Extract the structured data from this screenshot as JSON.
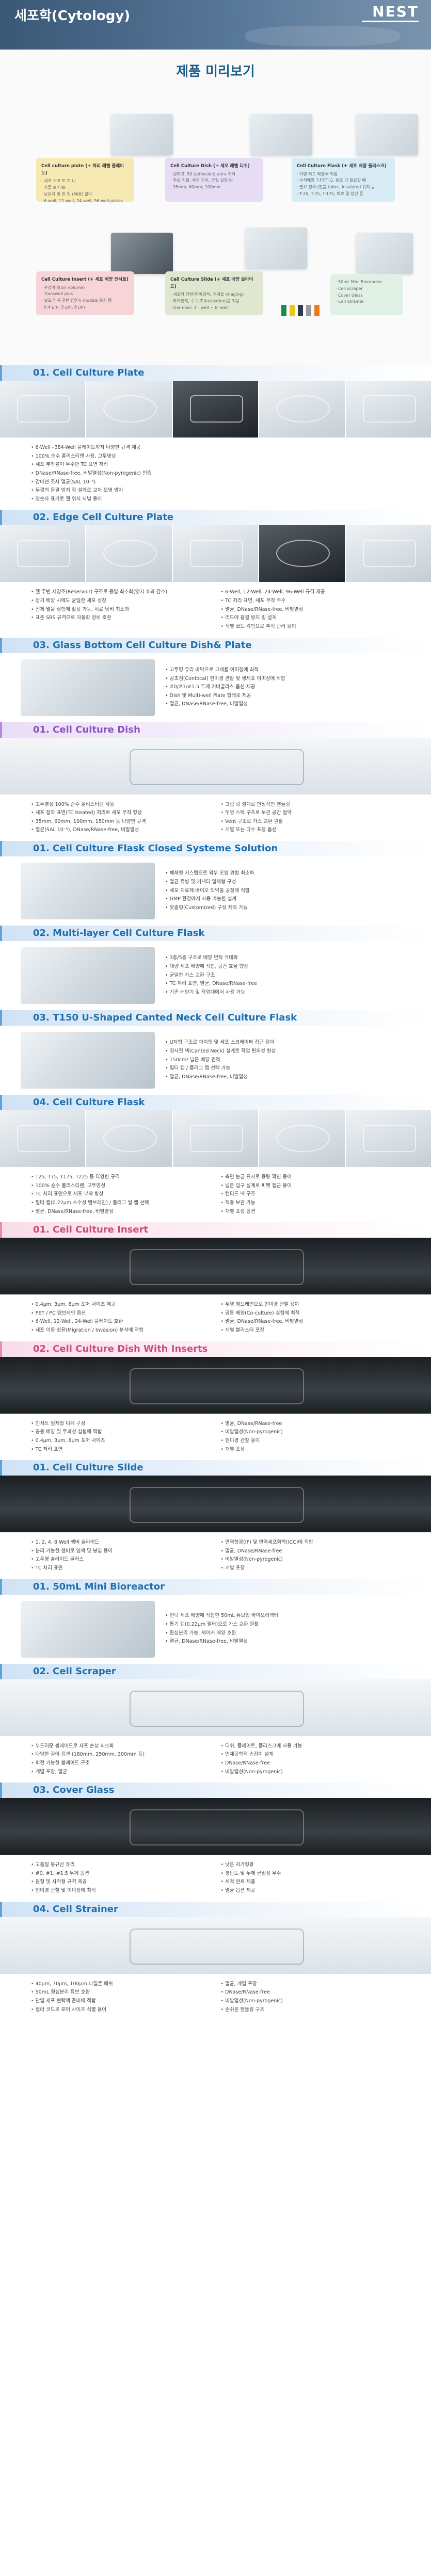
{
  "header": {
    "title": "세포학(Cytology)",
    "brand": "NEST"
  },
  "preview": {
    "title": "제품 미리보기",
    "cards": [
      {
        "title": "Cell culture plate (+ 처리 레벨 플레이트)",
        "lines": [
          "· 세포 스코 토 토 니",
          "· 하플 토 니트",
          "· 보온지 및 한 입 (MtB) 없다",
          "· 6-well, 12-well, 24-well, 96-well plates"
        ]
      },
      {
        "title": "Cell Culture Dish (+ 세포 레벨 디쉬)",
        "lines": [
          "· 원하고, 50 (adhesion) ultra 저어",
          "· 주로 직할, 측정 처리, 균질 실험 랑",
          "· 35mm, 60mm, 100mm"
        ]
      },
      {
        "title": "Cell Culture Flask (+ 세포 배양 플라스크)",
        "lines": [
          "· 다양 파트 예정국 직접",
          "· 수직배양 T-FT/T-Q, 회로 기 필요할 때",
          "· 필요 전력 (천틀 tubes, insulated 위치 등",
          "· T-25, T-75, T-175, 회로 및 첨단 등"
        ]
      },
      {
        "title": "Cell Culture Insert (+ 세포 배양 인서트)",
        "lines": [
          "· 수성이미(Gn volume)",
          "· Transwell plus",
          "· 필요 연계 구현 (없이) models 위치 등",
          "· 0.4 μm, 3 μm, 8 μm"
        ]
      },
      {
        "title": "Cell Culture Slide (+ 세포 배양 슬라이드)",
        "lines": [
          "· 세포의 전반(현미경적, 기계술 imaging)",
          "· 하가전지, 수 보조(insulation)를 적용",
          "· chamber: 1 - well ~ 8 -well"
        ]
      },
      {
        "title": "",
        "lines": [
          "· 50mL Mini Bioreactor",
          "· Cell scraper",
          "· Cover Glass",
          "· Cell Strainer"
        ]
      }
    ],
    "swatches": [
      "#1a8a4a",
      "#f0c419",
      "#2d3b4d",
      "#9b9b9b",
      "#ef7a1a"
    ]
  },
  "sections": [
    {
      "key": "plate",
      "title": "01. Cell Culture Plate",
      "style": "blue",
      "layout": "gallery",
      "gallery_dark": [
        false,
        false,
        true,
        false,
        false
      ],
      "left": [
        "6-Well~384-Well 플레이트까지 다양한 규격 제공",
        "100% 순수 폴리스티렌 사용, 고투명성",
        "세포 부착률이 우수한 TC 표면 처리",
        "DNase/RNase-free, 비발열성(Non-pyrogenic) 인증",
        "감마선 조사 멸균(SAL 10⁻⁶)",
        "뚜껑의 응결 방지 링 설계로 교차 오염 방지",
        "영숫자 표기로 웰 위치 식별 용이"
      ],
      "right": []
    },
    {
      "key": "edge",
      "title": "02. Edge Cell Culture Plate",
      "style": "blue",
      "layout": "gallery",
      "gallery_dark": [
        false,
        false,
        false,
        true,
        false
      ],
      "left": [
        "웰 주변 저장조(Reservoir) 구조로 증발 최소화(엣지 효과 감소)",
        "장기 배양 시에도 균일한 세포 성장",
        "전체 웰을 실험에 활용 가능, 시료 낭비 최소화",
        "표준 SBS 규격으로 자동화 장비 호환"
      ],
      "right": [
        "6-Well, 12-Well, 24-Well, 96-Well 규격 제공",
        "TC 처리 표면, 세포 부착 우수",
        "멸균, DNase/RNase-free, 비발열성",
        "리드에 응결 방지 링 설계",
        "식별 코드 각인으로 추적 관리 용이"
      ]
    },
    {
      "key": "glass",
      "title": "03. Glass Bottom Cell Culture Dish& Plate",
      "style": "blue",
      "layout": "split",
      "dark": false,
      "left": [
        "고투명 유리 바닥으로 고배율 이미징에 최적",
        "공초점(Confocal) 현미경 관찰 및 생세포 이미징에 적합",
        "#0/#1/#1.5 두께 커버글라스 옵션 제공",
        "Dish 및 Multi-well Plate 형태로 제공",
        "멸균, DNase/RNase-free, 비발열성"
      ],
      "right": []
    },
    {
      "key": "dish",
      "title": "01. Cell Culture Dish",
      "style": "violet",
      "layout": "hero",
      "dark": false,
      "left": [
        "고투명성 100% 순수 폴리스티렌 사용",
        "세포 접착 표면(TC treated) 처리로 세포 부착 향상",
        "35mm, 60mm, 100mm, 150mm 등 다양한 규격",
        "멸균(SAL 10⁻⁶), DNase/RNase-free, 비발열성"
      ],
      "right": [
        "그립 링 설계로 안정적인 핸들링",
        "뚜껑 스택 구조로 보관 공간 절약",
        "Vent 구조로 가스 교환 원활",
        "개별 또는 다수 포장 옵션"
      ]
    },
    {
      "key": "closed",
      "title": "01. Cell Culture Flask Closed Systeme Solution",
      "style": "blue",
      "layout": "split",
      "dark": false,
      "left": [
        "폐쇄형 시스템으로 외부 오염 위험 최소화",
        "멸균 튜빙 및 커넥터 일체형 구성",
        "세포 치료제·바이오 의약품 공정에 적합",
        "GMP 환경에서 사용 가능한 설계",
        "맞춤형(Customized) 구성 제작 가능"
      ],
      "right": []
    },
    {
      "key": "multilayer",
      "title": "02. Multi-layer Cell Culture Flask",
      "style": "blue",
      "layout": "split",
      "dark": false,
      "left": [
        "3층/5층 구조로 배양 면적 극대화",
        "대량 세포 배양에 적합, 공간 효율 향상",
        "균일한 가스 교환 구조",
        "TC 처리 표면, 멸균, DNase/RNase-free",
        "기존 배양기 및 작업대에서 사용 가능"
      ],
      "right": []
    },
    {
      "key": "t150",
      "title": "03. T150 U-Shaped Canted Neck Cell Culture Flask",
      "style": "blue",
      "layout": "split",
      "dark": false,
      "left": [
        "U자형 구조로 파이펫 및 세포 스크레이퍼 접근 용이",
        "경사진 넥(Canted Neck) 설계로 작업 편의성 향상",
        "150cm² 넓은 배양 면적",
        "필터 캡 / 플러그 캡 선택 가능",
        "멸균, DNase/RNase-free, 비발열성"
      ],
      "right": []
    },
    {
      "key": "flask",
      "title": "04. Cell Culture Flask",
      "style": "blue",
      "layout": "gallery",
      "gallery_dark": [
        false,
        false,
        false,
        false,
        false
      ],
      "left": [
        "T25, T75, T175, T225 등 다양한 규격",
        "100% 순수 폴리스티렌, 고투명성",
        "TC 처리 표면으로 세포 부착 향상",
        "필터 캡(0.22μm 소수성 멤브레인) / 플러그 씰 캡 선택",
        "멸균, DNase/RNase-free, 비발열성"
      ],
      "right": [
        "측면 눈금 표시로 용량 확인 용이",
        "넓은 입구 설계로 피펫 접근 용이",
        "캔티드 넥 구조",
        "적층 보관 가능",
        "개별 포장 옵션"
      ]
    },
    {
      "key": "insert",
      "title": "01. Cell Culture Insert",
      "style": "pink",
      "layout": "hero",
      "dark": true,
      "left": [
        "0.4μm, 3μm, 8μm 포어 사이즈 제공",
        "PET / PC 멤브레인 옵션",
        "6-Well, 12-Well, 24-Well 플레이트 호환",
        "세포 이동·침윤(Migration / Invasion) 분석에 적합"
      ],
      "right": [
        "투명 멤브레인으로 현미경 관찰 용이",
        "공동 배양(Co-culture) 실험에 최적",
        "멸균, DNase/RNase-free, 비발열성",
        "개별 블리스터 포장"
      ]
    },
    {
      "key": "insert_dish",
      "title": "02. Cell Culture Dish With Inserts",
      "style": "pink",
      "layout": "hero",
      "dark": true,
      "left": [
        "인서트 일체형 디쉬 구성",
        "공동 배양 및 투과성 실험에 적합",
        "0.4μm, 3μm, 8μm 포어 사이즈",
        "TC 처리 표면"
      ],
      "right": [
        "멸균, DNase/RNase-free",
        "비발열성(Non-pyrogenic)",
        "현미경 관찰 용이",
        "개별 포장"
      ]
    },
    {
      "key": "slide",
      "title": "01. Cell Culture Slide",
      "style": "blue",
      "layout": "hero",
      "dark": true,
      "left": [
        "1, 2, 4, 8 Well 챔버 슬라이드",
        "분리 가능한 챔버로 염색 및 봉입 용이",
        "고투명 슬라이드 글라스",
        "TC 처리 표면"
      ],
      "right": [
        "면역형광(IF) 및 면역세포화학(ICC)에 적합",
        "멸균, DNase/RNase-free",
        "비발열성(Non-pyrogenic)",
        "개별 포장"
      ]
    },
    {
      "key": "bioreactor",
      "title": "01. 50mL Mini Bioreactor",
      "style": "blue",
      "layout": "split",
      "dark": false,
      "left": [
        "현탁 세포 배양에 적합한 50mL 튜브형 바이오리액터",
        "통기 캡(0.22μm 필터)으로 가스 교환 원활",
        "원심분리 가능, 셰이커 배양 호환",
        "멸균, DNase/RNase-free, 비발열성"
      ],
      "right": []
    },
    {
      "key": "scraper",
      "title": "02. Cell Scraper",
      "style": "blue",
      "layout": "hero",
      "dark": false,
      "left": [
        "부드러운 블레이드로 세포 손상 최소화",
        "다양한 길이 옵션 (180mm, 250mm, 300mm 등)",
        "회전 가능한 블레이드 구조",
        "개별 포장, 멸균"
      ],
      "right": [
        "디쉬, 플레이트, 플라스크에 사용 가능",
        "인체공학적 손잡이 설계",
        "DNase/RNase-free",
        "비발열성(Non-pyrogenic)"
      ]
    },
    {
      "key": "cover",
      "title": "03. Cover Glass",
      "style": "blue",
      "layout": "hero",
      "dark": true,
      "left": [
        "고품질 붕규산 유리",
        "#0, #1, #1.5 두께 옵션",
        "원형 및 사각형 규격 제공",
        "현미경 관찰 및 이미징에 최적"
      ],
      "right": [
        "낮은 자가형광",
        "평탄도 및 두께 균일성 우수",
        "세척 완료 제품",
        "멸균 옵션 제공"
      ]
    },
    {
      "key": "strainer",
      "title": "04. Cell Strainer",
      "style": "blue",
      "layout": "hero",
      "dark": false,
      "left": [
        "40μm, 70μm, 100μm 나일론 메쉬",
        "50mL 원심분리 튜브 호환",
        "단일 세포 현탁액 준비에 적합",
        "컬러 코드로 포어 사이즈 식별 용이"
      ],
      "right": [
        "멸균, 개별 포장",
        "DNase/RNase-free",
        "비발열성(Non-pyrogenic)",
        "손쉬운 핸들링 구조"
      ]
    }
  ]
}
